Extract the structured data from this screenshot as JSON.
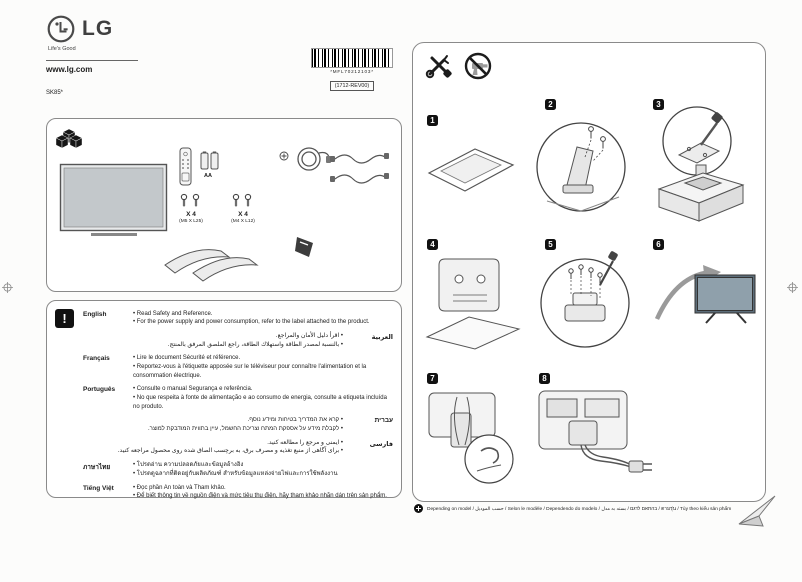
{
  "header": {
    "logo": "LG",
    "tagline": "Life's Good",
    "website": "www.lg.com",
    "model": "SK85*"
  },
  "barcode": {
    "code": "*MFL70212103*",
    "rev": "(1712-REV00)"
  },
  "accessories": {
    "battery_label": "AA",
    "screws_a": {
      "qty": "X 4",
      "size": "(M5 X L25)"
    },
    "screws_b": {
      "qty": "X 4",
      "size": "(M4 X L12)"
    }
  },
  "languages": [
    {
      "label": "English",
      "line1": "• Read Safety and Reference.",
      "line2": "• For the power supply and power consumption, refer to the label attached to the product."
    },
    {
      "label": "العربية",
      "line1": "• اقرأ دليل الأمان والمراجع.",
      "line2": "• بالنسبة لمصدر الطاقة واستهلاك الطاقة، راجع الملصق المرفق بالمنتج."
    },
    {
      "label": "Français",
      "line1": "• Lire le document Sécurité et référence.",
      "line2": "• Reportez-vous à l'étiquette apposée sur le téléviseur pour connaître l'alimentation et la consommation électrique."
    },
    {
      "label": "Português",
      "line1": "• Consulte o manual Segurança e referência.",
      "line2": "• No que respeita à fonte de alimentação e ao consumo de energia, consulte a etiqueta incluída no produto."
    },
    {
      "label": "עברית",
      "line1": "• קרא את המדריך בטיחות ומידע נוסף.",
      "line2": "• לקבלת מידע על אספקת המתח וצריכת החשמל, עיין בתווית המודבקת למוצר."
    },
    {
      "label": "فارسی",
      "line1": "• ایمنی و مرجع را مطالعه کنید.",
      "line2": "• برای آگاهی از منبع تغذیه و مصرف برق، به برچسب الصاق شده روی محصول مراجعه کنید."
    },
    {
      "label": "ภาษาไทย",
      "line1": "• โปรดอ่าน ความปลอดภัยและข้อมูลอ้างอิง",
      "line2": "• โปรดดูฉลากที่ติดอยู่กับผลิตภัณฑ์ สำหรับข้อมูลแหล่งจ่ายไฟและการใช้พลังงาน"
    },
    {
      "label": "Tiếng Việt",
      "line1": "• Đọc phần An toàn và Tham khảo.",
      "line2": "• Để biết thông tin về nguồn điện và mức tiêu thụ điện, hãy tham khảo nhãn dán trên sản phẩm."
    }
  ],
  "steps": [
    "1",
    "2",
    "3",
    "4",
    "5",
    "6",
    "7",
    "8"
  ],
  "footer": {
    "note": "Depending on model / حسب الموديل / Selon le modèle / Dependendo do modelo / בהתאם לדגם / بسته به مدل / ตามรุ่น / Tùy theo kiểu sản phẩm"
  },
  "colors": {
    "ink": "#1c1c1c",
    "box_border": "#8a8a8a",
    "badge_bg": "#111111"
  }
}
